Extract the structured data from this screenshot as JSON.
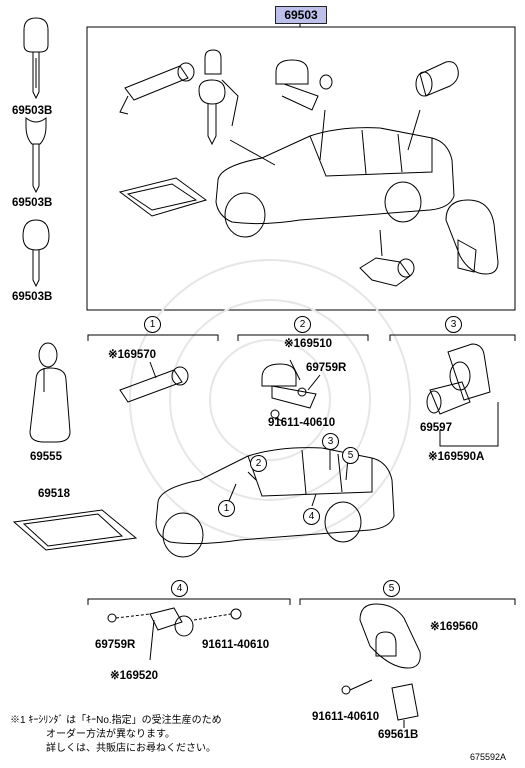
{
  "top_part": "69503",
  "parts": {
    "key_1": "69503B",
    "key_2": "69503B",
    "key_3": "69503B",
    "p69570": "69570",
    "p69510": "69510",
    "p69759r_a": "69759R",
    "p91611_a": "91611-40610",
    "p69597": "69597",
    "p69590a": "69590A",
    "p69555": "69555",
    "p69518": "69518",
    "p69759r_b": "69759R",
    "p91611_b": "91611-40610",
    "p69520": "69520",
    "p69560": "69560",
    "p91611_c": "91611-40610",
    "p69561b": "69561B"
  },
  "marks": {
    "note_mark": "※1"
  },
  "groups": {
    "g1": "1",
    "g2": "2",
    "g3": "3",
    "g4": "4",
    "g5": "5"
  },
  "footnote": {
    "line1": "※1 ｷｰｼﾘﾝﾀﾞ は「ｷｰNo.指定」の受注生産のため",
    "line2": "オーダー方法が異なります。",
    "line3": "詳しくは、共販店にお尋ねください。"
  },
  "doc_id": "675592A",
  "colors": {
    "highlight": "#bcc0ea",
    "line": "#000000"
  }
}
